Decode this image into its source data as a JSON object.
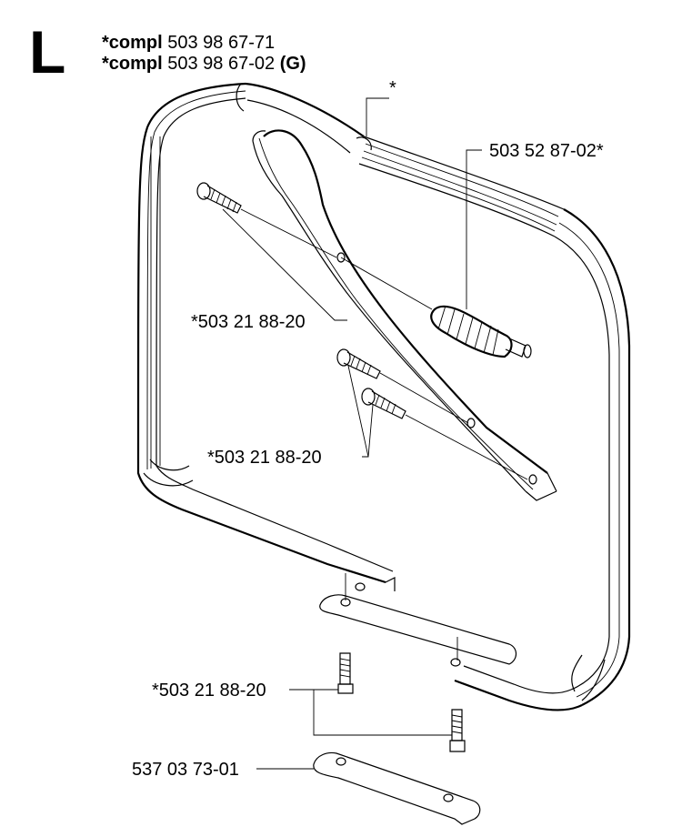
{
  "section_letter": "L",
  "assembly": [
    {
      "prefix": "*compl",
      "number": "503 98 67-71",
      "suffix": ""
    },
    {
      "prefix": "*compl",
      "number": "503 98 67-02",
      "suffix": "(G)"
    }
  ],
  "callouts": {
    "star": "*",
    "vibration_damper": "503 52 87-02*",
    "screw_upper": "*503 21 88-20",
    "screw_middle": "*503 21 88-20",
    "screw_lower": "*503 21 88-20",
    "bracket_plate": "537 03 73-01"
  }
}
